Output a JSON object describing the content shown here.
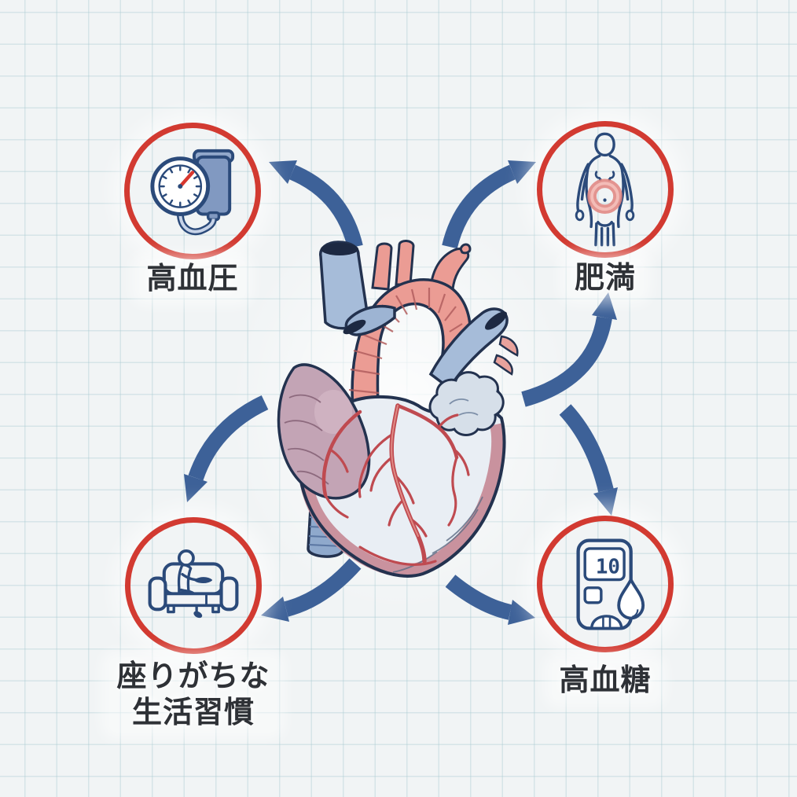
{
  "background": {
    "color": "#f1f4f5",
    "grid_color": "#aacbd1"
  },
  "palette": {
    "circle_red": "#d23a31",
    "arrow_blue": "#3d6198",
    "icon_navy": "#2b4a7a",
    "label_color": "#2e3136",
    "aorta_pink": "#eb9c94",
    "vessel_blue": "#a6bcd9",
    "heart_body": "#e9eef4",
    "atrium_mauve": "#c3a4b5",
    "rim_rose": "#c9929e",
    "artery_red": "#bf4a50"
  },
  "center": {
    "illustration": "anatomical-heart"
  },
  "nodes": [
    {
      "id": "hypertension",
      "label": "高血圧",
      "icon": "blood-pressure-monitor-icon",
      "position": "top-left"
    },
    {
      "id": "obesity",
      "label": "肥満",
      "icon": "obese-body-icon",
      "position": "top-right"
    },
    {
      "id": "sedentary-lifestyle",
      "label_line1": "座りがちな",
      "label_line2": "生活習慣",
      "icon": "person-on-couch-icon",
      "position": "bottom-left"
    },
    {
      "id": "high-blood-sugar",
      "label": "高血糖",
      "icon": "glucose-meter-icon",
      "position": "bottom-right",
      "meter_reading": "10"
    }
  ],
  "arrows": [
    {
      "from": "heart",
      "to": "hypertension",
      "side": "top-left"
    },
    {
      "from": "heart",
      "to": "obesity",
      "side": "top-right"
    },
    {
      "from": "heart",
      "to": "obesity",
      "side": "right-up"
    },
    {
      "from": "heart",
      "to": "high-blood-sugar",
      "side": "right-down"
    },
    {
      "from": "heart",
      "to": "sedentary-lifestyle",
      "side": "left-down"
    },
    {
      "from": "heart",
      "to": "sedentary-lifestyle",
      "side": "bottom-left"
    },
    {
      "from": "heart",
      "to": "high-blood-sugar",
      "side": "bottom-right"
    }
  ]
}
